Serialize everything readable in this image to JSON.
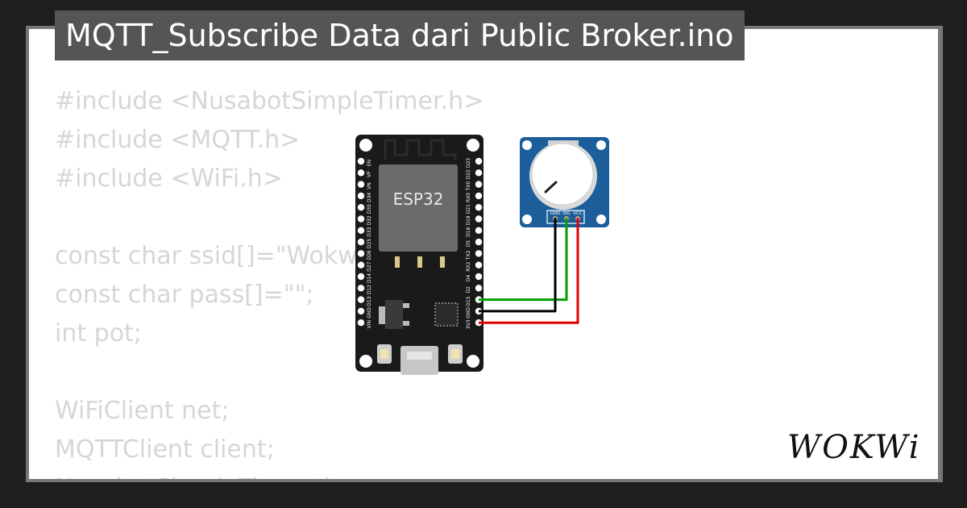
{
  "title": "MQTT_Subscribe Data dari Public Broker.ino",
  "code_lines": [
    "#include <NusabotSimpleTimer.h>",
    "#include <MQTT.h>",
    "#include <WiFi.h>",
    "",
    "const char ssid[]=\"Wokwi",
    "const char pass[]=\"\";",
    "int pot;",
    "",
    "WiFiClient net;",
    "MQTTClient client;",
    "NusabotSimpleTimer timer;"
  ],
  "board": {
    "label": "ESP32",
    "left_pins": [
      "EN",
      "VP",
      "VN",
      "D34",
      "D35",
      "D32",
      "D33",
      "D25",
      "D26",
      "D27",
      "D14",
      "D12",
      "D13",
      "GND",
      "VIN"
    ],
    "right_pins": [
      "D23",
      "D22",
      "TX0",
      "RX0",
      "D21",
      "D19",
      "D18",
      "D5",
      "TX2",
      "RX2",
      "D4",
      "D2",
      "D15",
      "GND",
      "3V3"
    ]
  },
  "potentiometer": {
    "pins": [
      "GND",
      "SIG",
      "VCC"
    ]
  },
  "wires": [
    {
      "from": "D15",
      "to": "SIG",
      "color": "#00a000"
    },
    {
      "from": "GND",
      "to": "GND",
      "color": "#000000"
    },
    {
      "from": "3V3",
      "to": "VCC",
      "color": "#e00000"
    }
  ],
  "logo": "WOKWi",
  "colors": {
    "background": "#1e1e1e",
    "card": "#ffffff",
    "title_bg": "#555555",
    "code_text": "#d6d6d6",
    "board": "#1a1a1a",
    "chip": "#6b6b6b",
    "pot_board": "#1b5e9a"
  }
}
